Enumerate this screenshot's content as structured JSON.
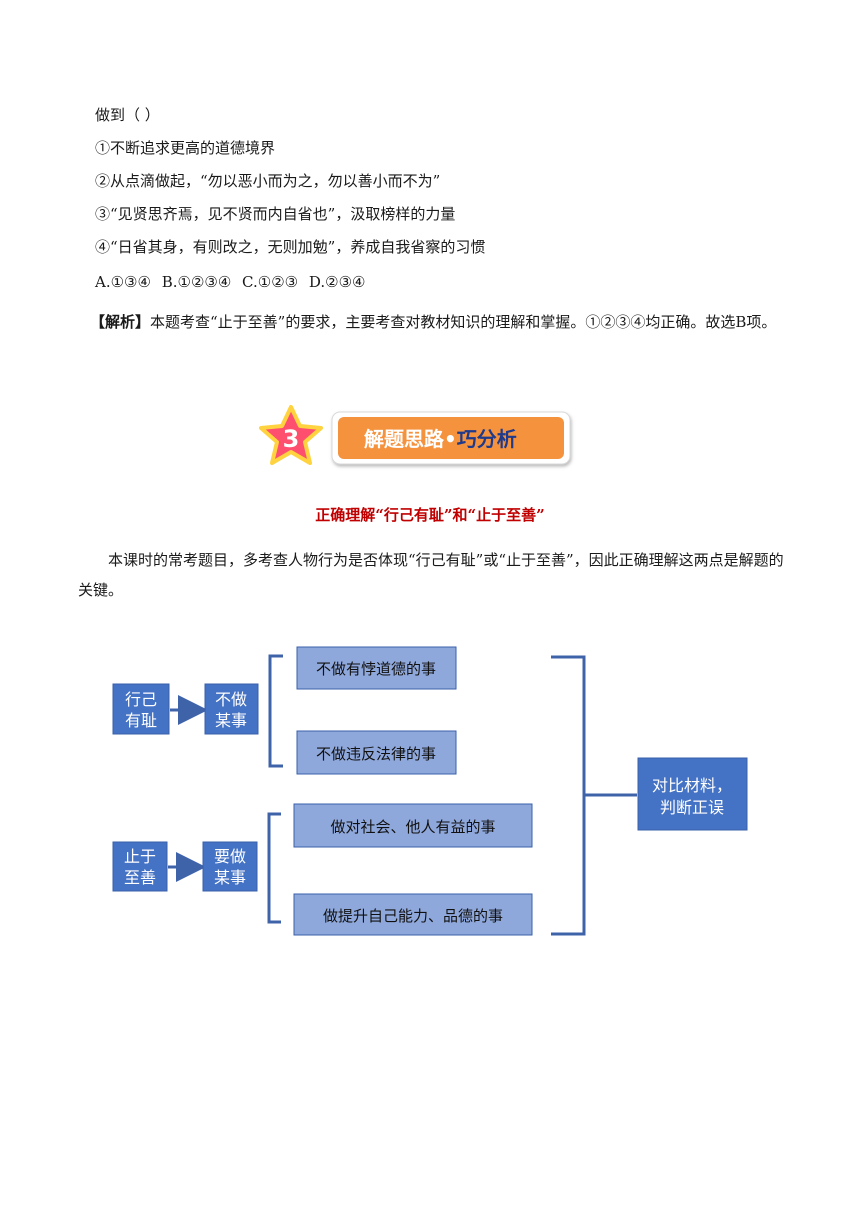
{
  "question": {
    "stem_tail": "做到（           ）",
    "options": [
      "①不断追求更高的道德境界",
      "②从点滴做起，“勿以恶小而为之，勿以善小而不为”",
      "③“见贤思齐焉，见不贤而内自省也”，汲取榜样的力量",
      "④“日省其身，有则改之，无则加勉”，养成自我省察的习惯"
    ],
    "choices": "A.①③④    B.①②③④    C.①②③    D.②③④"
  },
  "analysis": {
    "tag": "【解析】",
    "text": "本题考查“止于至善”的要求，主要考查对教材知识的理解和掌握。①②③④均正确。故选B项。"
  },
  "section_banner": {
    "number": "3",
    "title_part1": "解题思路",
    "dot": "•",
    "title_part2": "巧分析",
    "star_color": "#ff4f6e",
    "banner_color": "#f5923e"
  },
  "subtitle": "正确理解“行己有耻”和“止于至善”",
  "paragraph": "本课时的常考题目，多考查人物行为是否体现“行己有耻”或“止于至善”，因此正确理解这两点是解题的关键。",
  "diagram": {
    "colors": {
      "dark_box": "#4472c4",
      "light_box": "#8fa8dc",
      "line": "#3f63a8"
    },
    "top_left": {
      "line1": "行己",
      "line2": "有耻"
    },
    "top_mid": {
      "line1": "不做",
      "line2": "某事"
    },
    "top_items": [
      "不做有悖道德的事",
      "不做违反法律的事"
    ],
    "bottom_left": {
      "line1": "止于",
      "line2": "至善"
    },
    "bottom_mid": {
      "line1": "要做",
      "line2": "某事"
    },
    "bottom_items": [
      "做对社会、他人有益的事",
      "做提升自己能力、品德的事"
    ],
    "result": {
      "line1": "对比材料，",
      "line2": "判断正误"
    }
  }
}
